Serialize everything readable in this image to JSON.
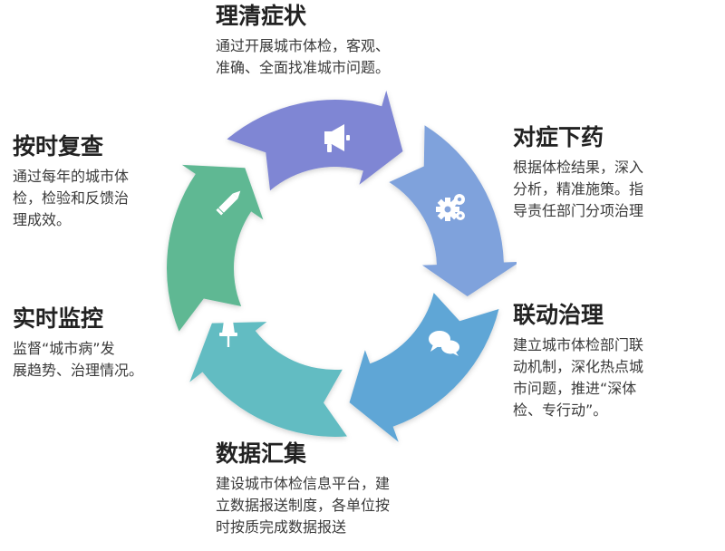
{
  "steps": [
    {
      "title": "理清症状",
      "lines": [
        "通过开展城市体检，客观、",
        "准确、全面找准城市问题。"
      ],
      "icon": "megaphone-icon",
      "color": "#7f86d4"
    },
    {
      "title": "对症下药",
      "lines": [
        "根据体检结果，深入",
        "分析，精准施策。指",
        "导责任部门分项治理"
      ],
      "icon": "gears-icon",
      "color": "#7fa2dc"
    },
    {
      "title": "联动治理",
      "lines": [
        "建立城市体检部门联",
        "动机制，深化热点城",
        "市问题，推进“深体",
        "检、专行动”。"
      ],
      "icon": "chat-bubbles-icon",
      "color": "#5fa6d6"
    },
    {
      "title": "数据汇集",
      "lines": [
        "建设城市体检信息平台，建",
        "立数据报送制度，各单位按",
        "时按质完成数据报送"
      ],
      "icon": "pushpin-icon",
      "color": "#62bcc2"
    },
    {
      "title": "实时监控",
      "lines": [
        "监督“城市病”发",
        "展趋势、治理情况。"
      ],
      "icon": "pushpin-icon",
      "color": "#68c0b6"
    },
    {
      "title": "按时复查",
      "lines": [
        "通过每年的城市体",
        "检，检验和反馈治",
        "理成效。"
      ],
      "icon": "pencil-icon",
      "color": "#5fb893"
    }
  ]
}
